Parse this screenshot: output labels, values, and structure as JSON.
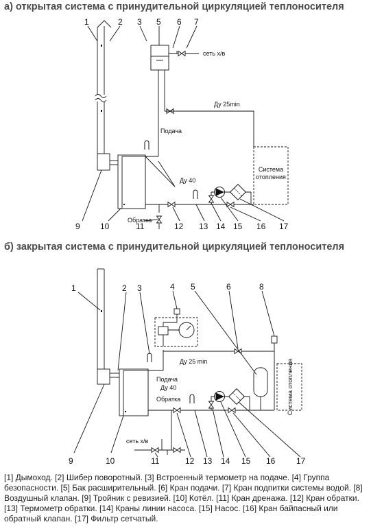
{
  "titles": {
    "a": "а) открытая система с принудительной циркуляцией теплоносителя",
    "b": "б) закрытая система с принудительной циркуляцией теплоносителя"
  },
  "diagram_a": {
    "top_numbers": [
      "1",
      "2",
      "3",
      "5",
      "6",
      "7"
    ],
    "bottom_numbers": [
      "9",
      "10",
      "11",
      "12",
      "13",
      "14",
      "15",
      "16",
      "17"
    ],
    "labels": {
      "water_supply": "сеть х/в",
      "pipe_small": "Ду 25min",
      "supply": "Подача",
      "pipe_large": "Ду 40",
      "return": "Обратка",
      "heating": "Система отопления"
    }
  },
  "diagram_b": {
    "top_numbers": [
      "1",
      "2",
      "3",
      "4",
      "5",
      "6",
      "8"
    ],
    "bottom_numbers": [
      "9",
      "10",
      "11",
      "12",
      "13",
      "14",
      "15",
      "16",
      "17"
    ],
    "labels": {
      "pipe_small": "Ду 25 min",
      "supply": "Подача",
      "pipe_large": "Ду 40",
      "return": "Обратка",
      "water_supply": "сеть х/в",
      "heating": "Система отопления"
    }
  },
  "caption": "[1] Дымоход. [2] Шибер поворотный. [3] Встроенный термометр на подаче. [4] Группа безопасности. [5] Бак расширительный. [6] Кран подачи. [7] Кран подпитки системы водой. [8] Воздушный клапан. [9] Тройник с ревизией. [10] Котёл. [11] Кран дренажа. [12] Кран обратки. [13] Термометр обратки. [14] Краны линии насоса. [15] Насос. [16] Кран байпасный или обратный клапан. [17] Фильтр сетчатый."
}
